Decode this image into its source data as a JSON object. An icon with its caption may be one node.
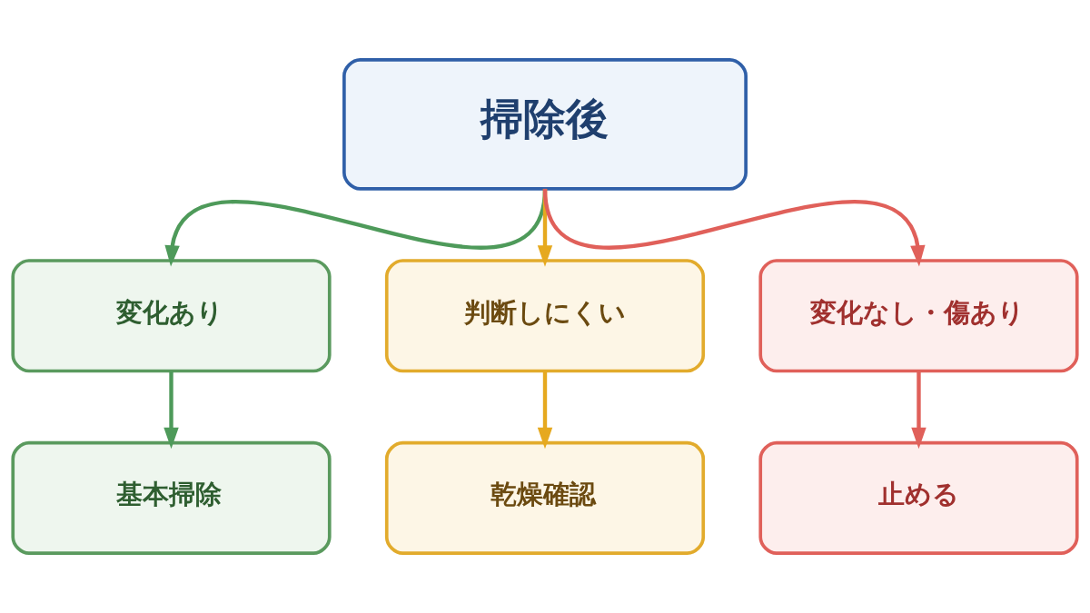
{
  "diagram": {
    "nodes": [
      {
        "text": [
          "掃除後"
        ]
      },
      {
        "text": [
          "変化あり"
        ]
      },
      {
        "text": [
          "判断しにくい"
        ]
      },
      {
        "text": [
          "変化なし・傷あり"
        ]
      },
      {
        "text": [
          "基本掃除"
        ]
      },
      {
        "text": [
          "乾燥確認"
        ]
      },
      {
        "text": [
          "止める"
        ]
      }
    ],
    "edges": [
      {
        "from": 0,
        "to": 1,
        "arrow": "to",
        "color": "#4e9a5a"
      },
      {
        "from": 0,
        "to": 2,
        "arrow": "to",
        "color": "#e6a91f"
      },
      {
        "from": 0,
        "to": 3,
        "arrow": "to",
        "color": "#e0605a"
      },
      {
        "from": 1,
        "to": 4,
        "arrow": "to",
        "color": "#4e9a5a"
      },
      {
        "from": 2,
        "to": 5,
        "arrow": "to",
        "color": "#e6a91f"
      },
      {
        "from": 3,
        "to": 6,
        "arrow": "to",
        "color": "#e0605a"
      }
    ]
  }
}
